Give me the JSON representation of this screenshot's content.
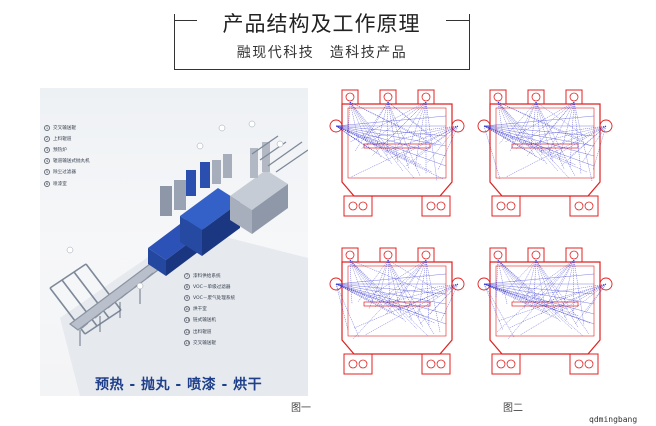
{
  "title": {
    "main": "产品结构及工作原理",
    "subtitle": "融现代科技　造科技产品"
  },
  "figure1": {
    "caption": "预热 - 抛丸 - 喷漆 - 烘干",
    "label": "图一",
    "legend_top": [
      {
        "num": "1",
        "text": "交叉输送辊"
      },
      {
        "num": "2",
        "text": "上料辊道"
      },
      {
        "num": "3",
        "text": "预热炉"
      },
      {
        "num": "4",
        "text": "辊道输送式抛丸机"
      },
      {
        "num": "5",
        "text": "除尘过滤器"
      },
      {
        "num": "6",
        "text": "喷漆室"
      }
    ],
    "legend_bottom": [
      {
        "num": "7",
        "text": "漆料供给系统"
      },
      {
        "num": "8",
        "text": "VOC－单级过滤器"
      },
      {
        "num": "9",
        "text": "VOC－废气处理系统"
      },
      {
        "num": "10",
        "text": "烘干室"
      },
      {
        "num": "11",
        "text": "链式输送机"
      },
      {
        "num": "12",
        "text": "出料辊道"
      },
      {
        "num": "13",
        "text": "交叉输送辊"
      }
    ],
    "colors": {
      "machine": "#1e3f9a",
      "conveyor": "#7d8898",
      "caption": "#1f3f8a"
    }
  },
  "figure2": {
    "label": "图二",
    "colors": {
      "frame": "#e02020",
      "trajectory": "#2a2ad0"
    }
  },
  "watermark": "qdmingbang"
}
